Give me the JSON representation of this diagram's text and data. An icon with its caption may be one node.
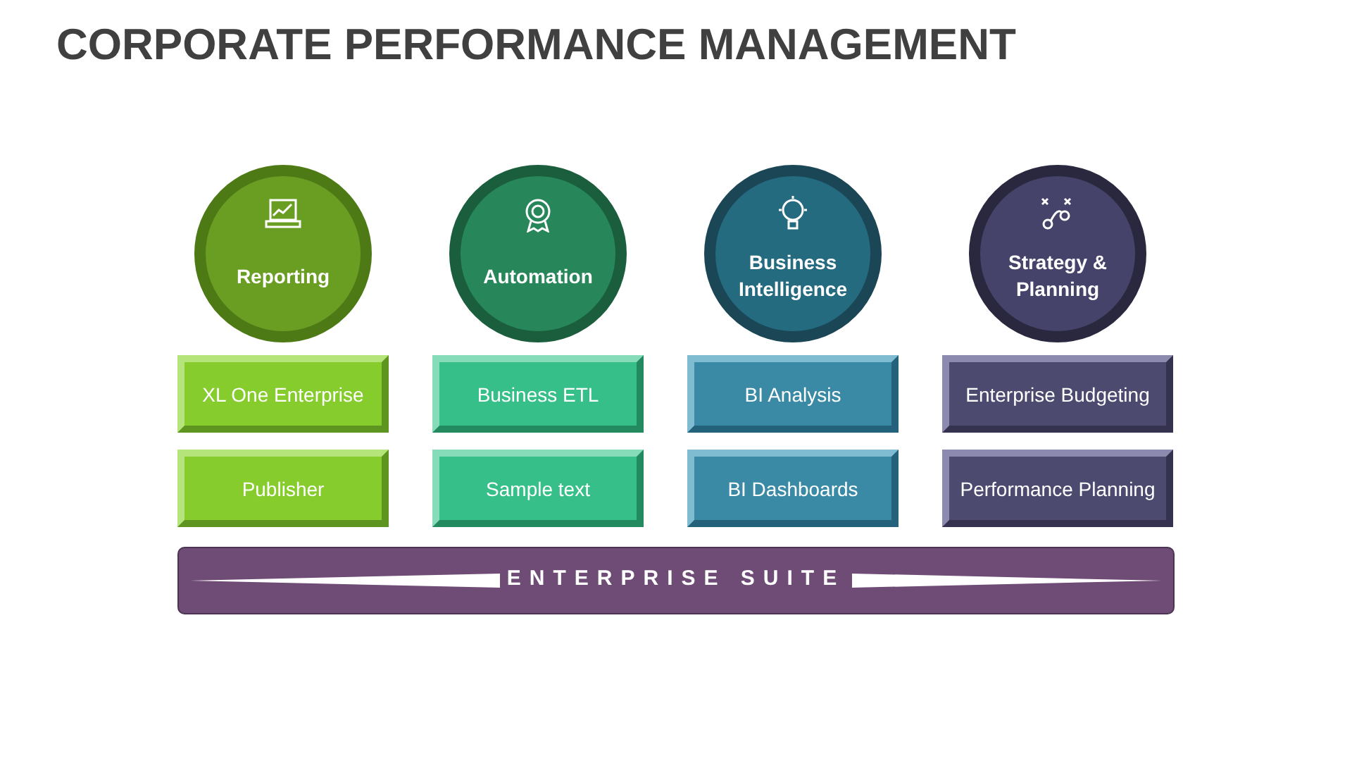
{
  "diagram": {
    "title": "CORPORATE PERFORMANCE MANAGEMENT",
    "nodes": [
      {
        "text": [
          "Reporting"
        ]
      },
      {
        "text": [
          "Automation"
        ]
      },
      {
        "text": [
          "Business Intelligence"
        ]
      },
      {
        "text": [
          "Strategy & Planning"
        ]
      },
      {
        "text": [
          "XL One Enterprise"
        ]
      },
      {
        "text": [
          "Business ETL"
        ]
      },
      {
        "text": [
          "BI Analysis"
        ]
      },
      {
        "text": [
          "Enterprise Budgeting"
        ]
      },
      {
        "text": [
          "Publisher"
        ]
      },
      {
        "text": [
          "Sample text"
        ]
      },
      {
        "text": [
          "BI Dashboards"
        ]
      },
      {
        "text": [
          "Performance Planning"
        ]
      },
      {
        "text": [
          "ENTERPRISE SUITE"
        ]
      }
    ]
  }
}
